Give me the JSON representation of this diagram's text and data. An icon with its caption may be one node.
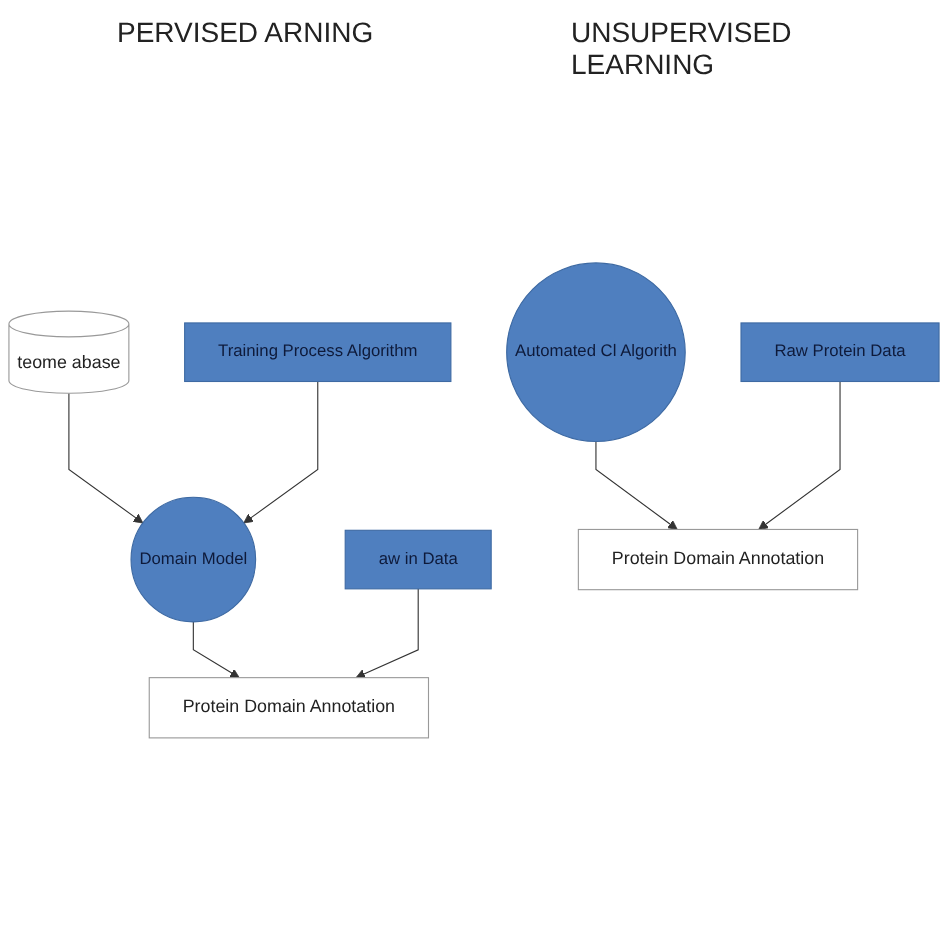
{
  "diagram": {
    "nodes": [
      {
        "text": [
          "teome abase"
        ]
      },
      {
        "text": [
          "Training Process Algorithm"
        ]
      },
      {
        "text": [
          "Domain Model"
        ]
      },
      {
        "text": [
          "aw in Data"
        ]
      },
      {
        "text": [
          "Protein Domain Annotation"
        ]
      },
      {
        "text": [
          "Automated Cl Algorith"
        ]
      },
      {
        "text": [
          "Raw Protein Data"
        ]
      },
      {
        "text": [
          "Protein Domain Annotation"
        ]
      }
    ],
    "edges": [
      {
        "from": 0,
        "to": 2,
        "arrow": "to"
      },
      {
        "from": 1,
        "to": 2,
        "arrow": "to"
      },
      {
        "from": 2,
        "to": 4,
        "arrow": "to"
      },
      {
        "from": 3,
        "to": 4,
        "arrow": "to"
      },
      {
        "from": 5,
        "to": 7,
        "arrow": "to"
      },
      {
        "from": 6,
        "to": 7,
        "arrow": "to"
      }
    ],
    "labels": [
      "PERVISED ARNING",
      "UNSUPERVISED LEARNING"
    ]
  }
}
